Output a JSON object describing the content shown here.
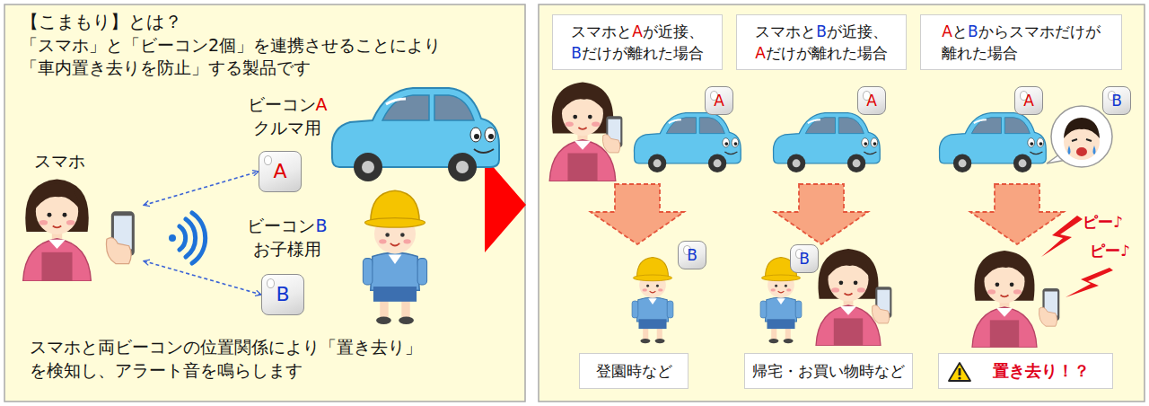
{
  "diagram": {
    "nodes": [
      {
        "text": [
          "【こまもり】とは？",
          "「スマホ」と「ビーコン2個」を連携させることにより 「車内置き去りを防止」する製品です",
          "スマホと両ビーコンの位置関係により「置き去り」 を検知し、アラート音を鳴らします"
        ]
      },
      {
        "text": [
          "スマホ"
        ],
        "in": 0
      },
      {
        "text": [
          "A"
        ],
        "in": 0
      },
      {
        "text": [
          "B"
        ],
        "in": 0
      },
      {
        "text": []
      },
      {
        "text": [
          "スマホとAが近接、 Bだけが離れた場合"
        ],
        "in": 4
      },
      {
        "text": [
          "スマホとBが近接、 Aだけが離れた場合"
        ],
        "in": 4
      },
      {
        "text": [
          "AとBからスマホだけが 離れた場合"
        ],
        "in": 4
      },
      {
        "text": [
          "A"
        ],
        "in": 4
      },
      {
        "text": [
          "A"
        ],
        "in": 4
      },
      {
        "text": [
          "A"
        ],
        "in": 4
      },
      {
        "text": [
          "B"
        ],
        "in": 4
      },
      {
        "text": [
          "B"
        ],
        "in": 4
      },
      {
        "text": [
          "B"
        ],
        "in": 4
      },
      {
        "text": [
          "登園時など"
        ],
        "in": 4
      },
      {
        "text": [
          "帰宅・お買い物時など"
        ],
        "in": 4
      },
      {
        "text": [
          "置き去り！？"
        ],
        "in": 4
      }
    ],
    "edges": [
      {
        "from": 1,
        "to": 2,
        "arrow": "both"
      },
      {
        "from": 1,
        "to": 3,
        "arrow": "both"
      }
    ],
    "labels": [
      "ビーコンA クルマ用",
      "ビーコンB お子様用",
      "ピー♪",
      "ピー♪"
    ]
  }
}
